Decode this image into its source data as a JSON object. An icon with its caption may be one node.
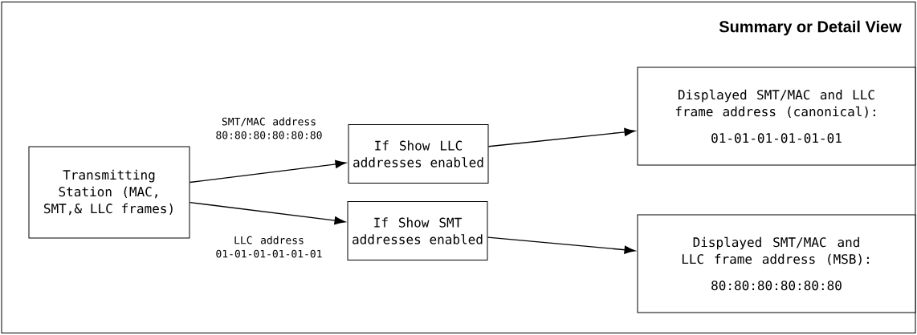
{
  "diagram": {
    "nodes": [
      {
        "text": [
          "Summary or Detail View"
        ]
      },
      {
        "text": [
          "Transmitting Station (MAC, SMT,& LLC frames)"
        ],
        "in": 0
      },
      {
        "text": [
          "If Show LLC addresses enabled"
        ],
        "in": 0
      },
      {
        "text": [
          "If Show SMT addresses enabled"
        ],
        "in": 0
      },
      {
        "text": [
          "Displayed SMT/MAC and LLC frame address (canonical):",
          "01-01-01-01-01-01"
        ],
        "in": 0
      },
      {
        "text": [
          "Displayed SMT/MAC and LLC frame address (MSB):",
          "80:80:80:80:80:80"
        ],
        "in": 0
      }
    ],
    "edges": [
      {
        "from": 1,
        "to": 2,
        "arrow": "to",
        "label": "SMT/MAC address 80:80:80:80:80:80"
      },
      {
        "from": 1,
        "to": 3,
        "arrow": "to",
        "label": "LLC address 01-01-01-01-01-01"
      },
      {
        "from": 2,
        "to": 4,
        "arrow": "to"
      },
      {
        "from": 3,
        "to": 5,
        "arrow": "to"
      }
    ]
  }
}
